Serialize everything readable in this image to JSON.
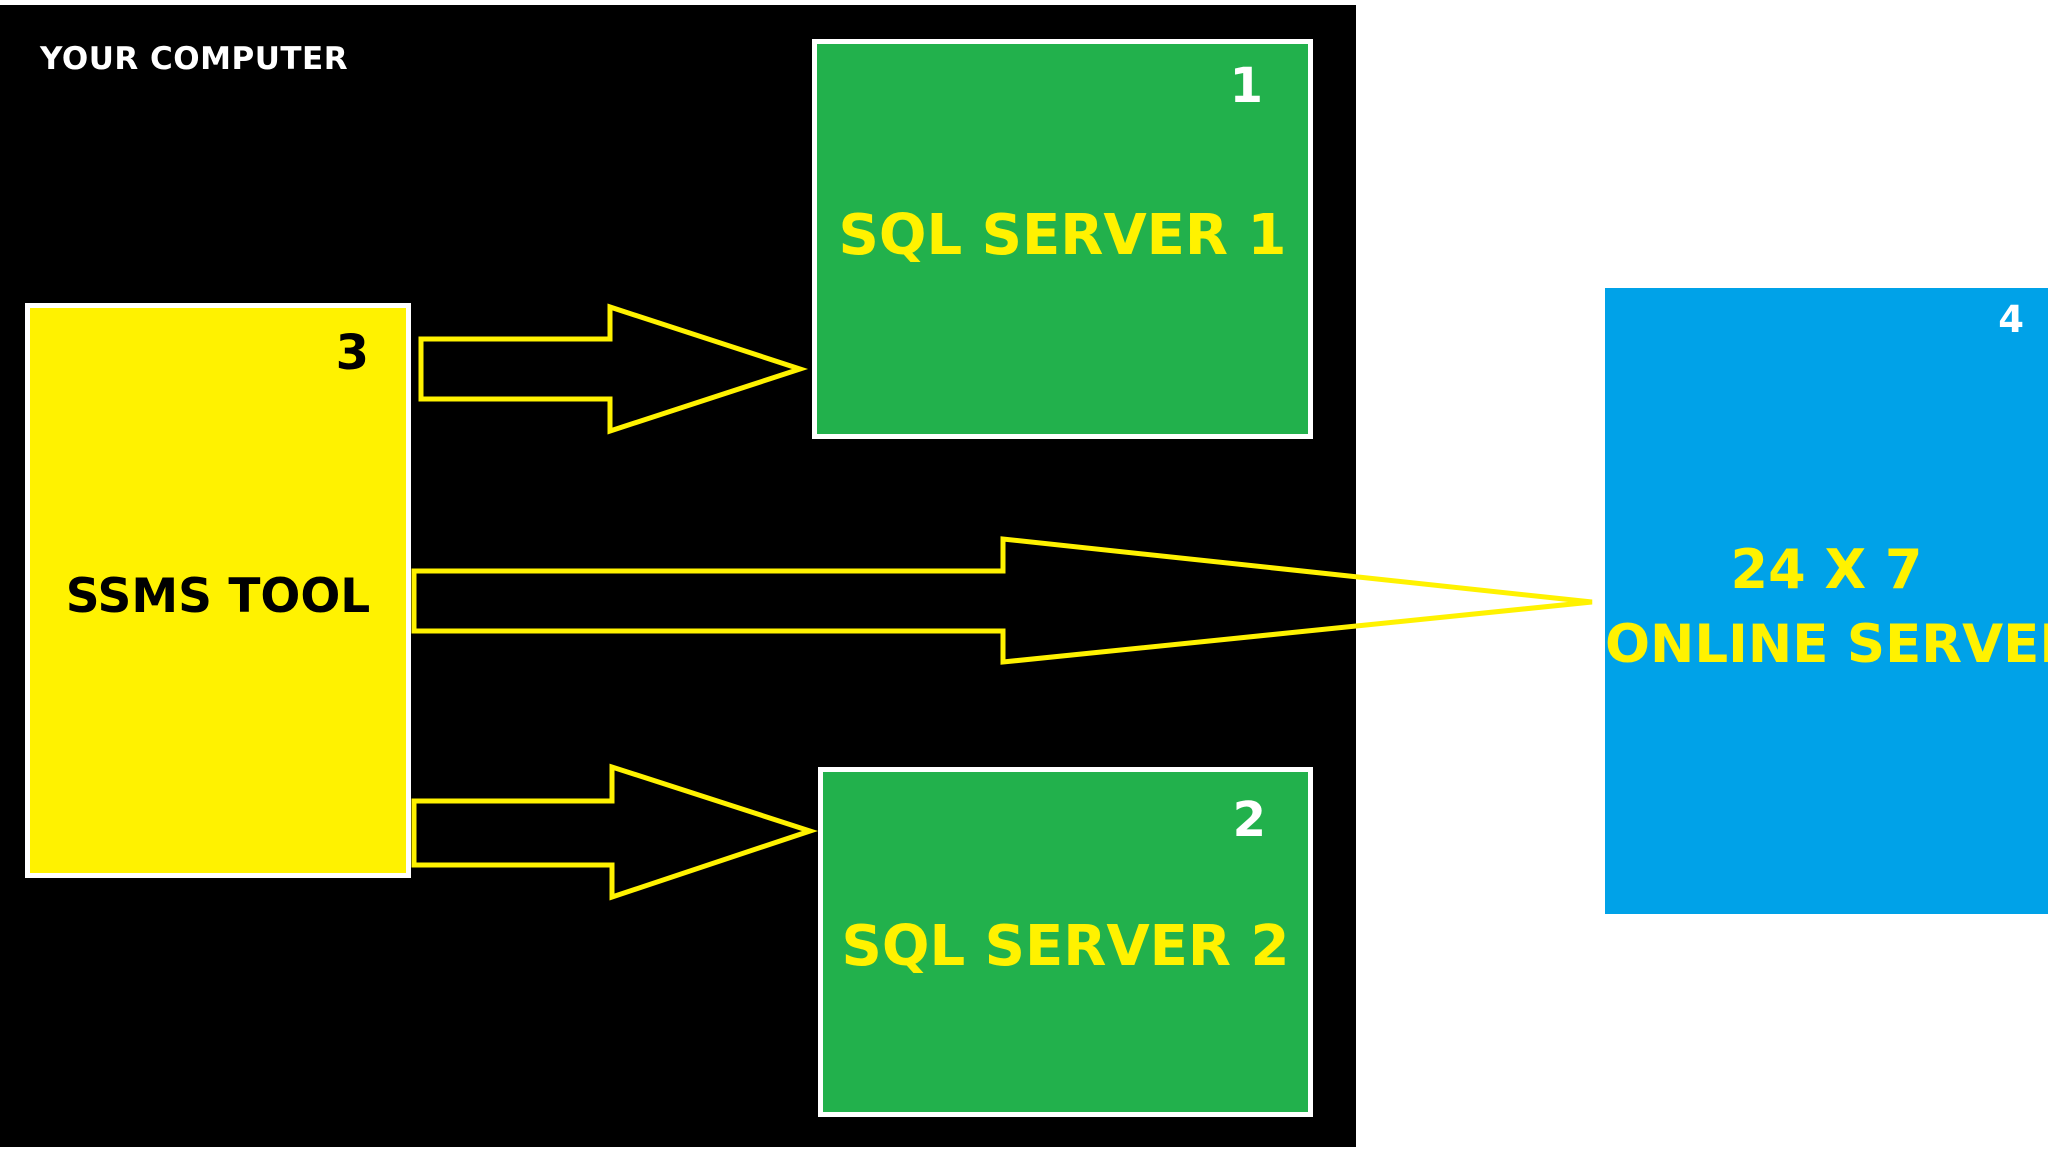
{
  "region": {
    "title": "YOUR COMPUTER"
  },
  "nodes": {
    "server1": {
      "number": "1",
      "label": "SQL SERVER 1"
    },
    "server2": {
      "number": "2",
      "label": "SQL SERVER 2"
    },
    "ssms": {
      "number": "3",
      "label": "SSMS TOOL"
    },
    "online": {
      "number": "4",
      "label_line1": "24 X 7",
      "label_line2": "ONLINE SERVER"
    }
  },
  "colors": {
    "region_background": "#000000",
    "server_fill": "#22b14c",
    "ssms_fill": "#fff200",
    "online_fill": "#00a2e8",
    "arrow_stroke": "#fff200",
    "label_text": "#fff200",
    "border": "#ffffff"
  }
}
